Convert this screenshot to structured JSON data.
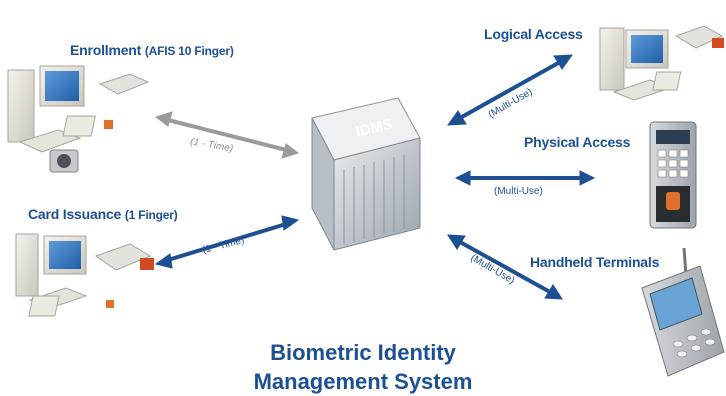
{
  "labels": {
    "enrollment_main": "Enrollment",
    "enrollment_sub": "(AFIS 10 Finger)",
    "card_issuance_main": "Card Issuance",
    "card_issuance_sub": "(1 Finger)",
    "logical_access": "Logical Access",
    "physical_access": "Physical Access",
    "handheld_terminals": "Handheld Terminals",
    "server": "IDMS"
  },
  "arrows": {
    "enrollment": "(1 - Time)",
    "card_issuance": "(1 - Time)",
    "logical": "(Multi-Use)",
    "physical": "(Multi-Use)",
    "handheld": "(Multi-Use)"
  },
  "title": {
    "line1": "Biometric Identity",
    "line2": "Management System"
  },
  "colors": {
    "accent": "#1d4f93",
    "gray_arrow": "#9a9a9a"
  }
}
